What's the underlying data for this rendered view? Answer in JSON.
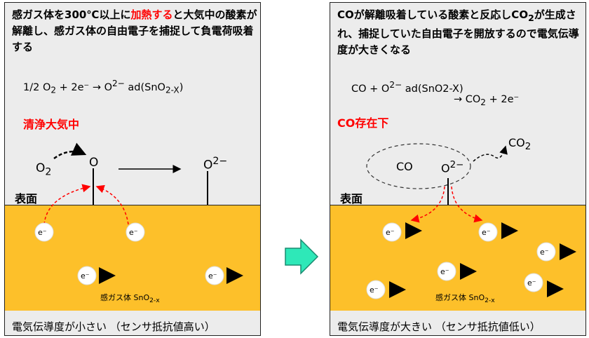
{
  "left": {
    "desc_a": "感ガス体を300℃以上に",
    "desc_hl": "加熱する",
    "desc_b": "と大気中の酸素が解離し、感ガス体の自由電子を捕捉して負電荷吸着する",
    "eq_prefix": "1/2 O",
    "eq_sub": "2",
    "eq_mid": " + 2e⁻ → O",
    "eq_sup": "2−",
    "eq_ad": " ad(SnO",
    "eq_ad_sub": "2-X",
    "eq_end": ")",
    "condition": "清浄大気中",
    "o2_main": "O",
    "o2_sub": "2",
    "o_label": "O",
    "o2minus_main": "O",
    "o2minus_sup": "2−",
    "surface": "表面",
    "sensor_main": "感ガス体 SnO",
    "sensor_sub": "2-x",
    "electron": "e⁻",
    "bottom": "電気伝導度が小さい （センサ抵抗値高い）"
  },
  "right": {
    "desc_a": "COが解離吸着している酸素と反応しCO",
    "desc_sub": "2",
    "desc_b": "が生成され、捕捉していた自由電子を開放するので電気伝導度が大きくなる",
    "eq1_a": "CO + O",
    "eq1_sup": "2−",
    "eq1_b": " ad(SnO2-X)",
    "eq2_a": "→  CO",
    "eq2_sub": "2",
    "eq2_b": " + 2e⁻",
    "condition": "CO存在下",
    "co_label": "CO",
    "o2minus_main": "O",
    "o2minus_sup": "2−",
    "co2_main": "CO",
    "co2_sub": "2",
    "surface": "表面",
    "sensor_main": "感ガス体 SnO",
    "sensor_sub": "2-x",
    "electron": "e⁻",
    "bottom": "電気伝導度が大きい （センサ抵抗値低い）"
  },
  "colors": {
    "substrate": "#fdc02a",
    "accent_red": "#ff0000",
    "arrow_teal": "#2ee8b8"
  }
}
